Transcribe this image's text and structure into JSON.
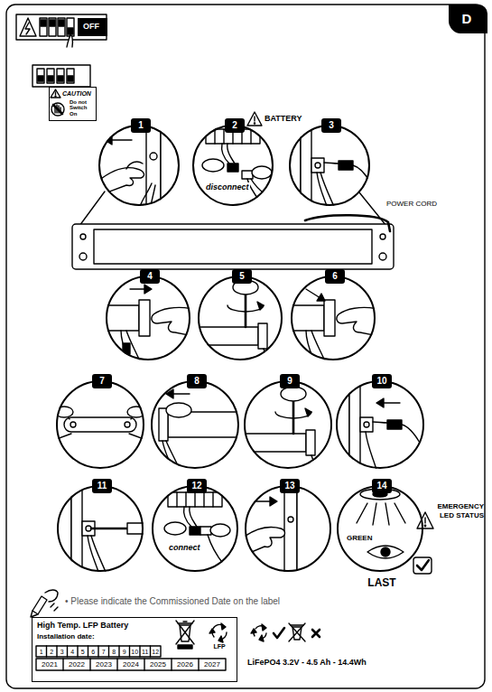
{
  "diagram": {
    "nodes": [
      {
        "text": [
          "OFF"
        ]
      },
      {
        "text": [
          "D"
        ]
      },
      {
        "text": [
          "CAUTION",
          "Do not Switch On"
        ]
      },
      {
        "text": [
          "1"
        ]
      },
      {
        "text": [
          "2",
          "disconnect"
        ]
      },
      {
        "text": [
          "3"
        ]
      },
      {
        "text": [
          "4"
        ]
      },
      {
        "text": [
          "5"
        ]
      },
      {
        "text": [
          "6"
        ]
      },
      {
        "text": [
          "7"
        ]
      },
      {
        "text": [
          "8"
        ]
      },
      {
        "text": [
          "9"
        ]
      },
      {
        "text": [
          "10"
        ]
      },
      {
        "text": [
          "11"
        ]
      },
      {
        "text": [
          "12",
          "connect"
        ]
      },
      {
        "text": [
          "13"
        ]
      },
      {
        "text": [
          "14",
          "GREEN",
          "LAST"
        ]
      },
      {
        "text": [
          "High Temp. LFP Battery",
          "Installation date:"
        ]
      }
    ],
    "labels": [
      "BATTERY",
      "POWER CORD",
      "EMERGENCY LED STATUS",
      "• Please indicate the Commissioned Date on the label",
      "1",
      "2",
      "3",
      "4",
      "5",
      "6",
      "7",
      "8",
      "9",
      "10",
      "11",
      "12",
      "2021",
      "2022",
      "2023",
      "2024",
      "2025",
      "2026",
      "2027",
      "LFP",
      "LiFePO4 3.2V - 4.5 Ah - 14.4Wh"
    ]
  }
}
